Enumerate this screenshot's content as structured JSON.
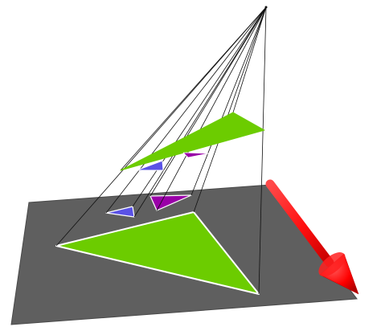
{
  "scene": {
    "colors": {
      "background": "#ffffff",
      "plane_fill": "#5f5f5f",
      "plane_edge": "#4a4a4a",
      "triangle_green": "#6ccc00",
      "triangle_blue": "#5a52e6",
      "triangle_purple": "#9a00a8",
      "triangle_outline": "#ffffff",
      "projection_lines": "#111111",
      "axis_arrow": "#ff0000"
    },
    "objects": [
      "projection-plane",
      "light-source-point",
      "projection-lines",
      "green-triangle-upper",
      "blue-triangle-upper",
      "purple-triangle-upper",
      "green-triangle-shadow",
      "blue-triangle-shadow",
      "purple-triangle-shadow",
      "red-axis-arrow"
    ]
  }
}
